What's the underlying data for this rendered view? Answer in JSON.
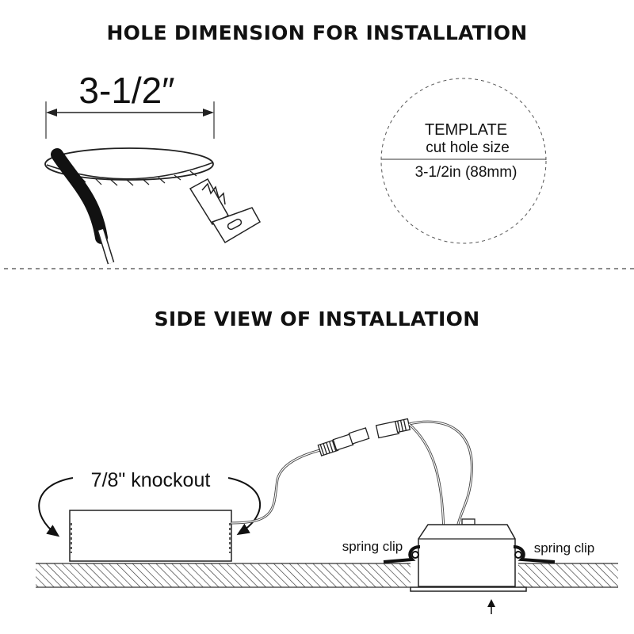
{
  "top_section": {
    "title": "HOLE DIMENSION FOR INSTALLATION",
    "dimension_label": "3-1/2″",
    "template": {
      "line1": "TEMPLATE",
      "line2": "cut hole size",
      "line3": "3-1/2in (88mm)"
    }
  },
  "bottom_section": {
    "title": "SIDE VIEW OF INSTALLATION",
    "knockout_label": "7/8\" knockout",
    "spring_clip_left": "spring clip",
    "spring_clip_right": "spring clip"
  }
}
